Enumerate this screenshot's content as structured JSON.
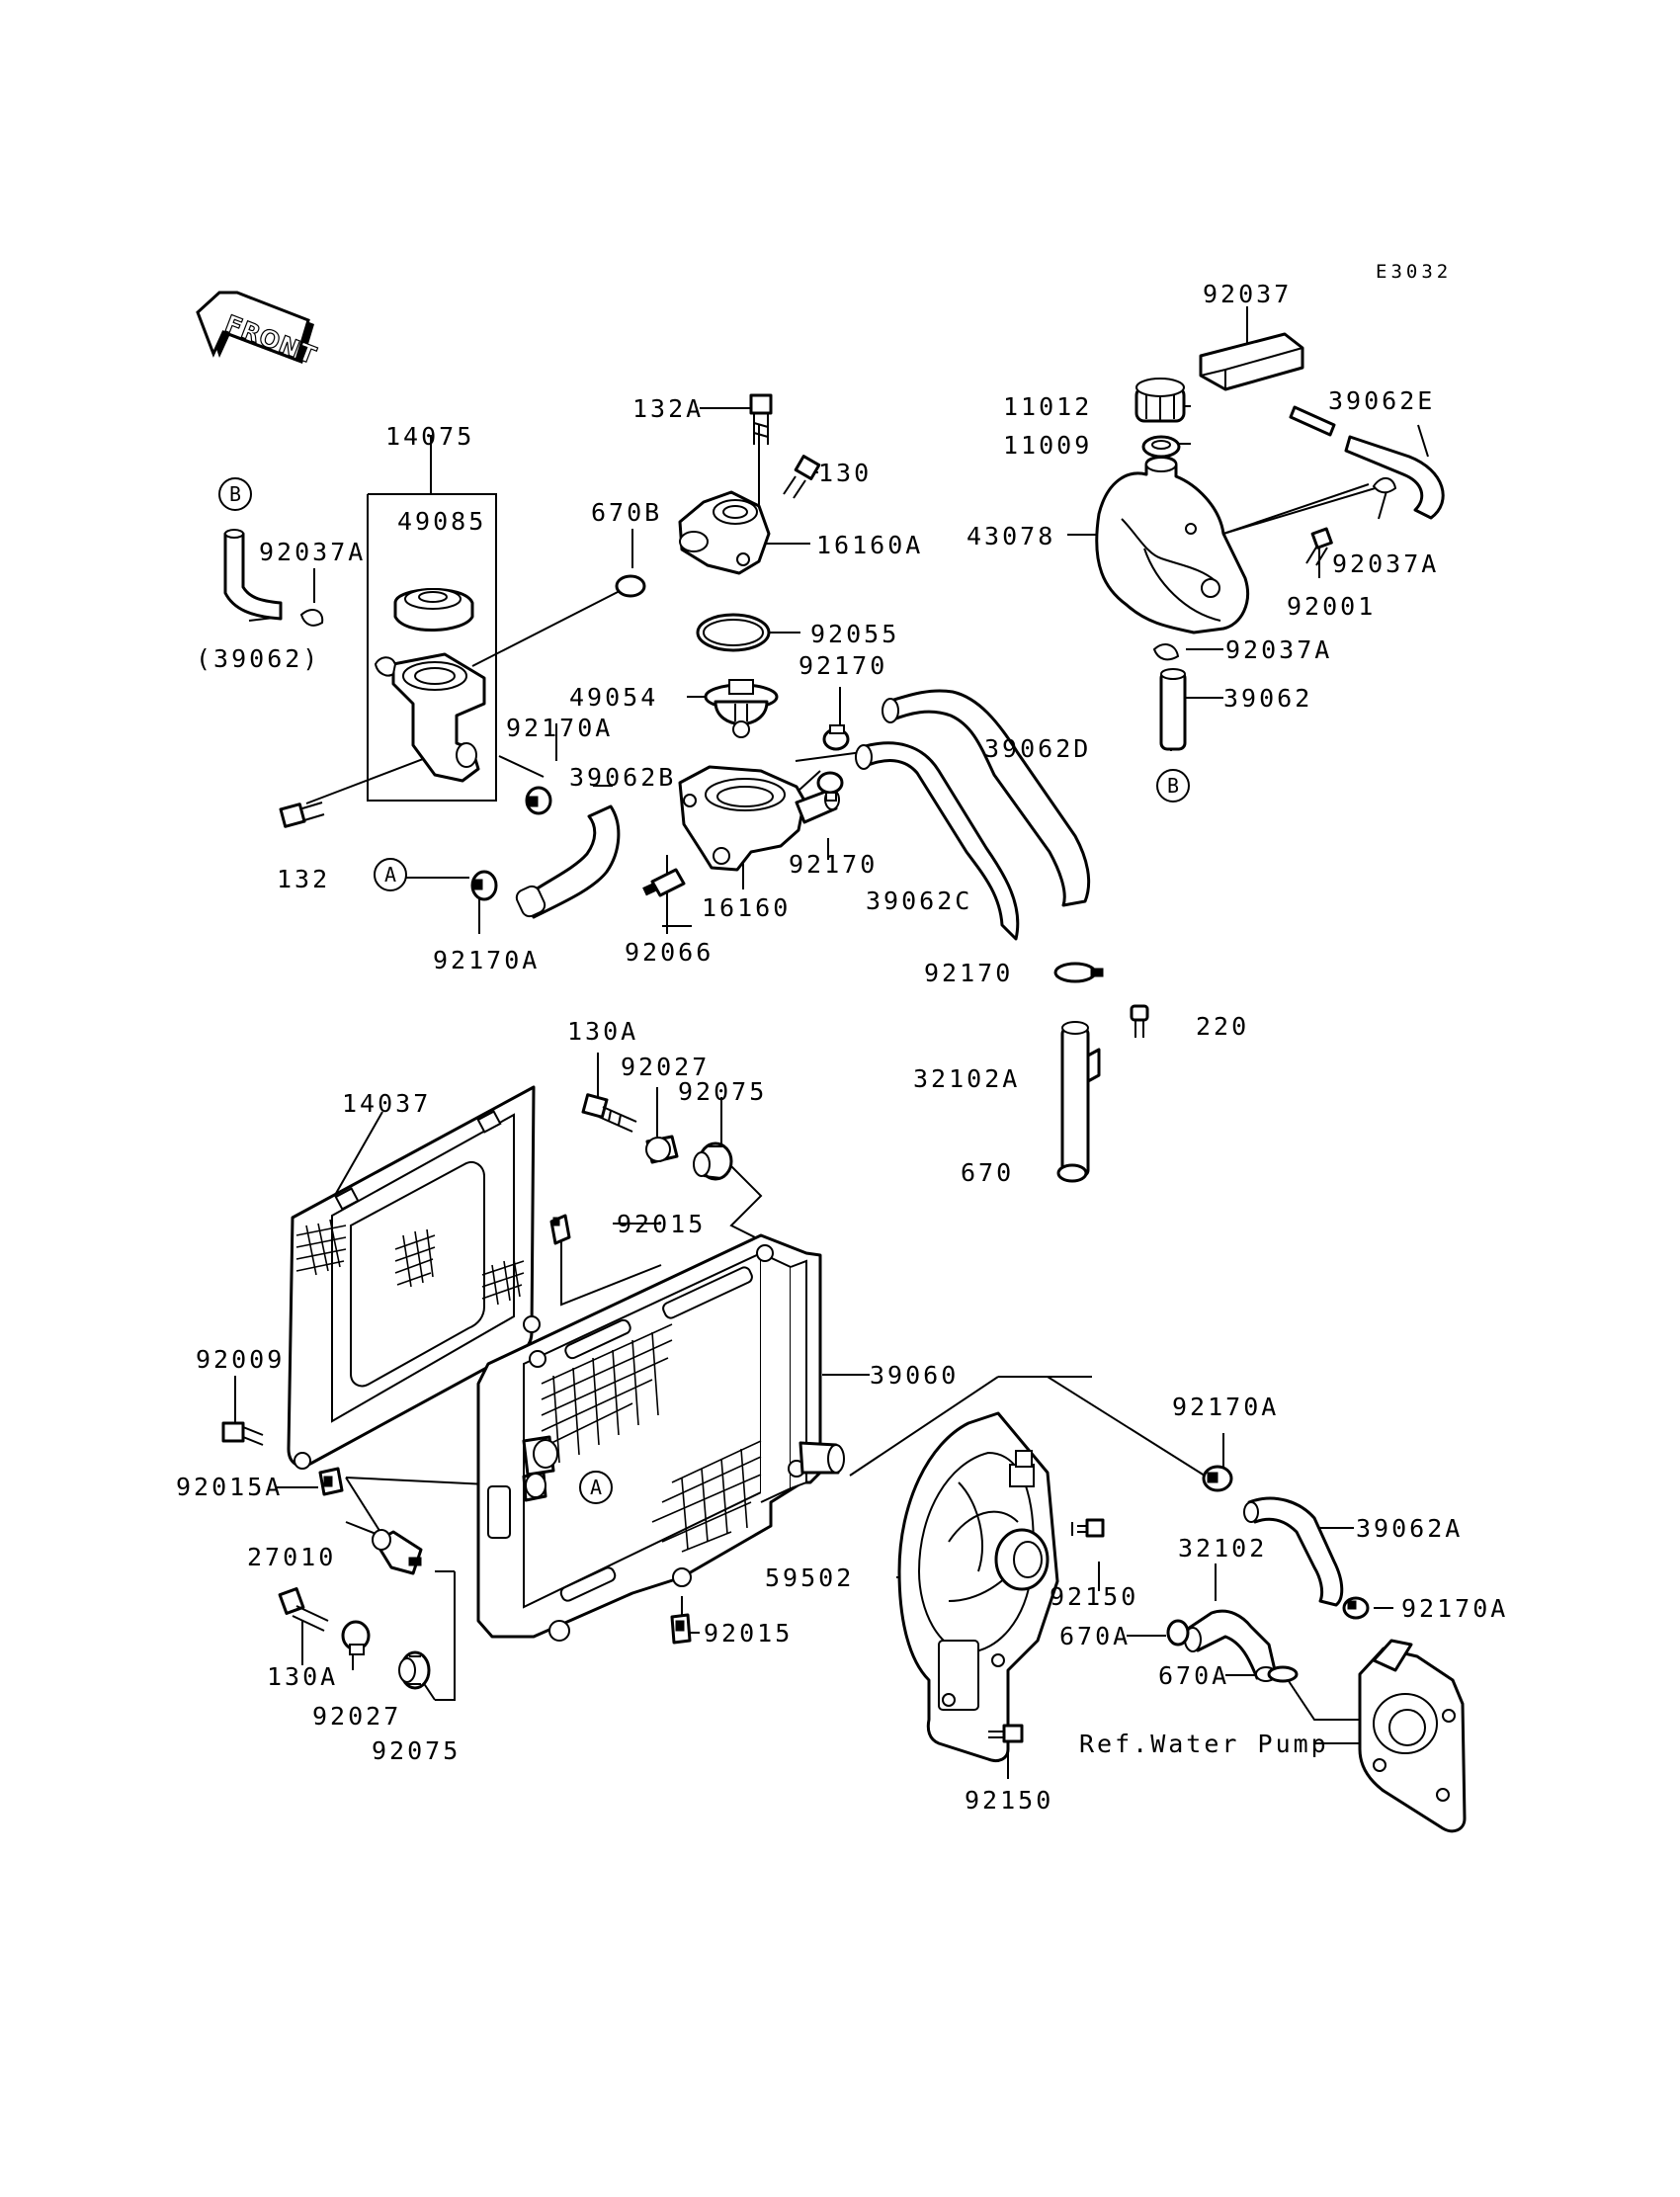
{
  "diagram_code": "E3032",
  "front_arrow": "FRONT",
  "callouts": {
    "A": "A",
    "B": "B"
  },
  "labels": {
    "p92037": "92037",
    "p39062E": "39062E",
    "p11012": "11012",
    "p11009": "11009",
    "p43078": "43078",
    "p92037A_tank": "92037A",
    "p92001": "92001",
    "p92037A_low": "92037A",
    "p39062_tank": "39062",
    "p132A": "132A",
    "p130": "130",
    "p16160A": "16160A",
    "p14075": "14075",
    "p49085": "49085",
    "p670B": "670B",
    "p92037A_left": "92037A",
    "p39062_paren": "(39062)",
    "p92055": "92055",
    "p92170_top": "92170",
    "p49054": "49054",
    "p39062D": "39062D",
    "p92170A_mid": "92170A",
    "p39062B": "39062B",
    "p132": "132",
    "p92170_mid": "92170",
    "p16160": "16160",
    "p39062C": "39062C",
    "p92170A_left": "92170A",
    "p92066": "92066",
    "p92170_pipe": "92170",
    "p220": "220",
    "p32102A": "32102A",
    "p670": "670",
    "p130A_top": "130A",
    "p92027_top": "92027",
    "p92075_top": "92075",
    "p14037": "14037",
    "p92015_top": "92015",
    "p39060": "39060",
    "p92009": "92009",
    "p92170A_right": "92170A",
    "p92015A": "92015A",
    "p27010": "27010",
    "p59502": "59502",
    "p92150_mid": "92150",
    "p39062A": "39062A",
    "p32102": "32102",
    "p92170A_bot": "92170A",
    "p92015_bot": "92015",
    "p130A_bot": "130A",
    "p670A_1": "670A",
    "p670A_2": "670A",
    "p92027_bot": "92027",
    "p92075_bot": "92075",
    "p_ref": "Ref.Water Pump",
    "p92150_bot": "92150"
  }
}
